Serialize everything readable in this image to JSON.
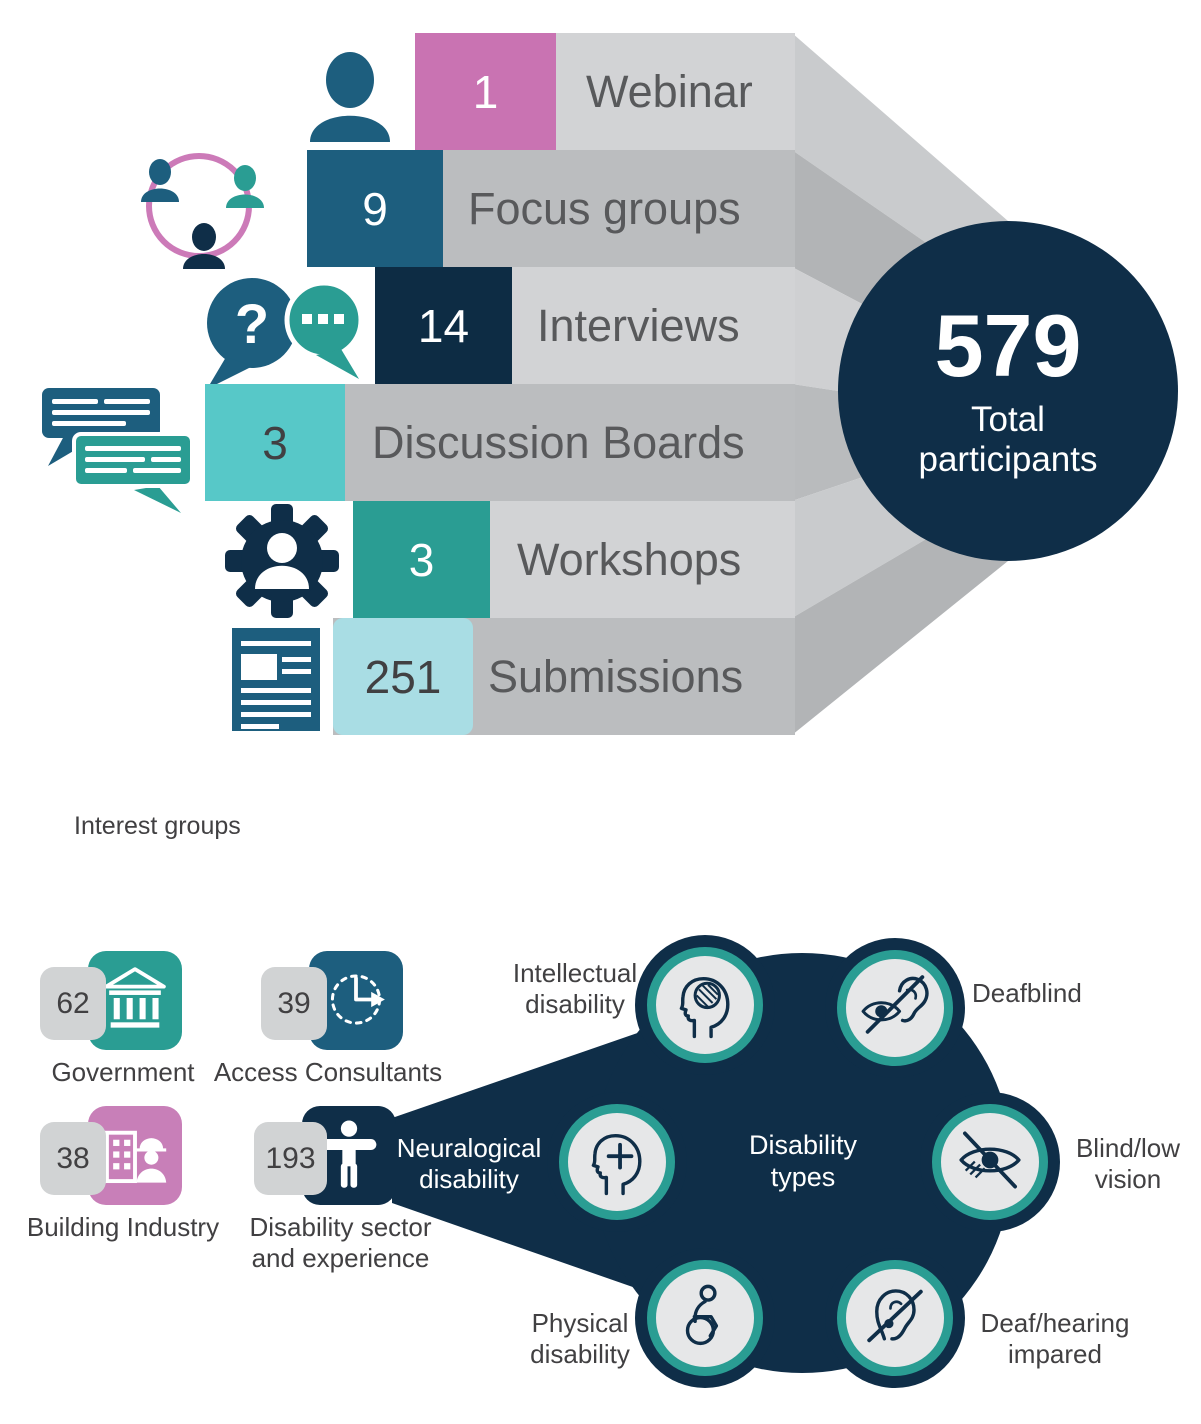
{
  "colors": {
    "navy": "#0f2e48",
    "blue": "#1d5e7e",
    "teal": "#2a9d93",
    "light_teal": "#57c8c8",
    "pale_teal": "#a9dde4",
    "pink": "#c973b2",
    "badge_pink": "#c87fb8",
    "pink_ring": "#cc7ab8",
    "bar_light_gray": "#d2d3d5",
    "bar_dark_gray": "#bbbdbf",
    "badge_gray": "#d1d3d4",
    "icon_circle_bg": "#e6e7e8",
    "text_dark": "#414042",
    "text_gray": "#58595b"
  },
  "consultation_funnel": {
    "rows": [
      {
        "count": "1",
        "label": "Webinar",
        "box_color": "#c973b2",
        "count_color": "#ffffff"
      },
      {
        "count": "9",
        "label": "Focus groups",
        "box_color": "#1d5e7e",
        "count_color": "#ffffff"
      },
      {
        "count": "14",
        "label": "Interviews",
        "box_color": "#0d2c44",
        "count_color": "#ffffff"
      },
      {
        "count": "3",
        "label": "Discussion Boards",
        "box_color": "#57c8c8",
        "count_color": "#414042"
      },
      {
        "count": "3",
        "label": "Workshops",
        "box_color": "#2a9d93",
        "count_color": "#ffffff"
      },
      {
        "count": "251",
        "label": "Submissions",
        "box_color": "#a9dde4",
        "count_color": "#414042"
      }
    ],
    "total": {
      "value": "579",
      "label": "Total participants"
    }
  },
  "interest_groups": {
    "title": "Interest groups",
    "items": [
      {
        "count": "62",
        "label": "Government",
        "color": "#2a9d93",
        "icon": "bank-icon"
      },
      {
        "count": "39",
        "label": "Access Consultants",
        "color": "#1d5e7e",
        "icon": "clock-icon"
      },
      {
        "count": "38",
        "label": "Building Industry",
        "color": "#c87fb8",
        "icon": "building-worker-icon"
      },
      {
        "count": "193",
        "label": "Disability sector and experience",
        "color": "#0f2e48",
        "icon": "accessibility-person-icon"
      }
    ]
  },
  "disability_types": {
    "center_label": "Disability types",
    "connector_label": "Neuralogical disability",
    "labels": {
      "intellectual": "Intellectual disability",
      "deafblind": "Deafblind",
      "blind_low_vision": "Blind/low vision",
      "deaf_hearing": "Deaf/hearing impared",
      "physical": "Physical disability"
    }
  },
  "icons": {
    "question_mark": "?"
  },
  "chart_data": [
    {
      "type": "bar",
      "title": "Consultation activities funnel",
      "categories": [
        "Webinar",
        "Focus groups",
        "Interviews",
        "Discussion Boards",
        "Workshops",
        "Submissions"
      ],
      "values": [
        1,
        9,
        14,
        3,
        3,
        251
      ],
      "annotations": [
        {
          "label": "Total participants",
          "value": 579
        }
      ],
      "legend_position": "none",
      "grid": false
    },
    {
      "type": "pictogram",
      "title": "Interest groups",
      "categories": [
        "Government",
        "Access Consultants",
        "Building Industry",
        "Disability sector and experience"
      ],
      "values": [
        62,
        39,
        38,
        193
      ]
    },
    {
      "type": "diagram",
      "title": "Disability types",
      "categories": [
        "Intellectual disability",
        "Deafblind",
        "Blind/low vision",
        "Deaf/hearing impared",
        "Physical disability",
        "Neuralogical disability"
      ]
    }
  ]
}
